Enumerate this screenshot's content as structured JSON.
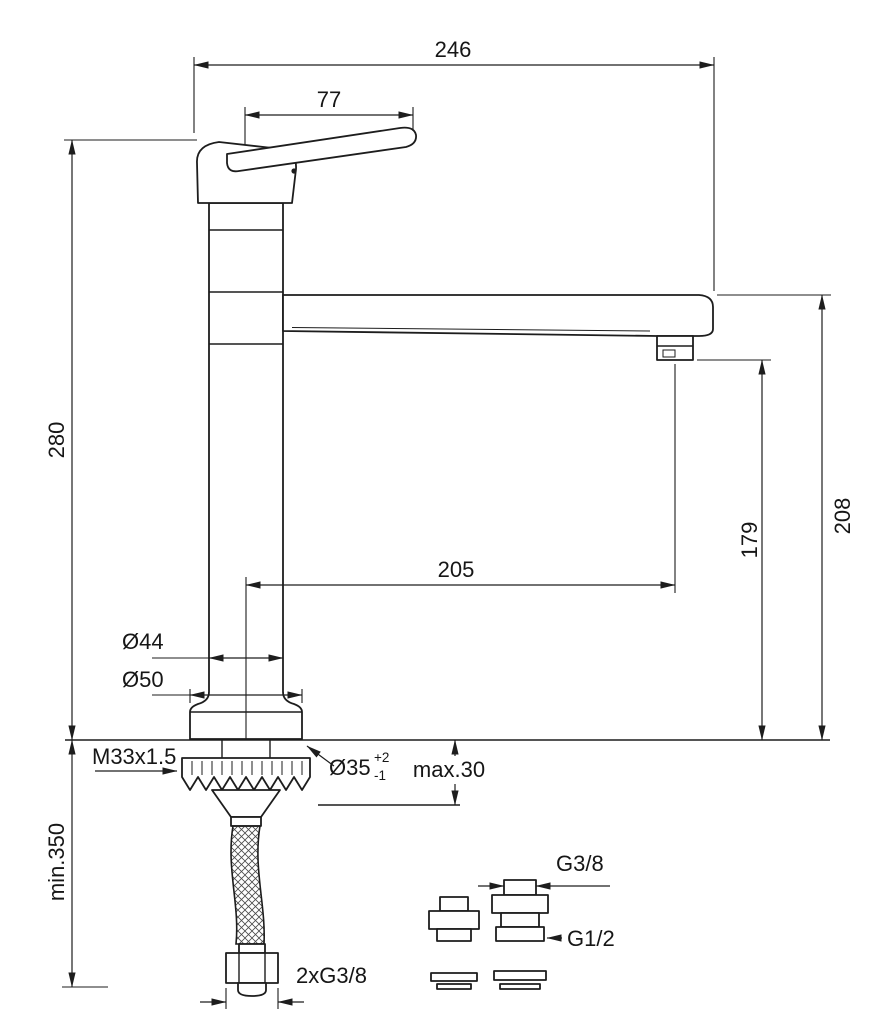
{
  "drawing": {
    "background": "#ffffff",
    "line_color": "#1d1d1d",
    "labels": {
      "spout_projection": "246",
      "lever_length": "77",
      "height": "280",
      "spout_height": "208",
      "outlet_height": "179",
      "outlet_reach": "205",
      "body_diameter": "Ø44",
      "base_diameter": "Ø50",
      "mounting_thread": "M33x1.5",
      "hole_diameter": "Ø35",
      "hole_tol_upper": "+2",
      "hole_tol_lower": "-1",
      "max_deck": "max.30",
      "min_clearance": "min.350",
      "supply_connection": "2xG3/8",
      "adapter_top_thread": "G3/8",
      "adapter_bottom_thread": "G1/2"
    }
  }
}
